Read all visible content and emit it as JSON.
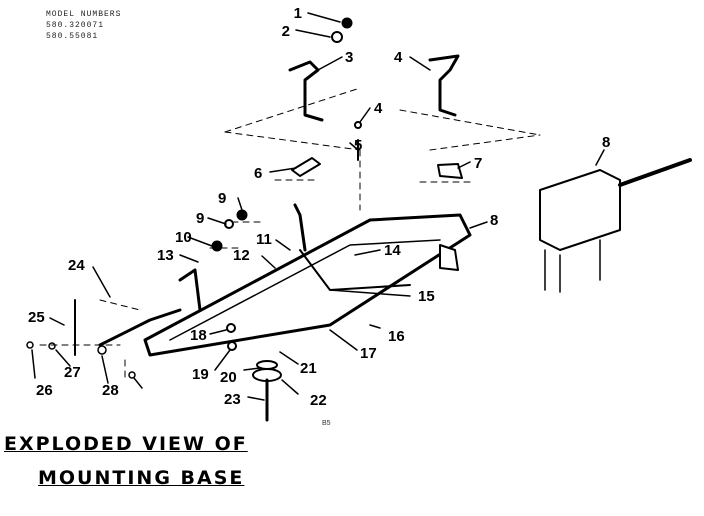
{
  "model_numbers": {
    "heading": "MODEL NUMBERS",
    "values": [
      "580.320071",
      "580.55081"
    ]
  },
  "title": {
    "line1": "EXPLODED VIEW OF",
    "line2": "MOUNTING BASE"
  },
  "reference_code": "B5",
  "callouts": [
    "1",
    "2",
    "3",
    "4",
    "4",
    "5",
    "6",
    "7",
    "8",
    "8",
    "9",
    "9",
    "10",
    "11",
    "12",
    "13",
    "14",
    "15",
    "16",
    "17",
    "18",
    "19",
    "20",
    "21",
    "22",
    "23",
    "24",
    "25",
    "26",
    "27",
    "28"
  ]
}
